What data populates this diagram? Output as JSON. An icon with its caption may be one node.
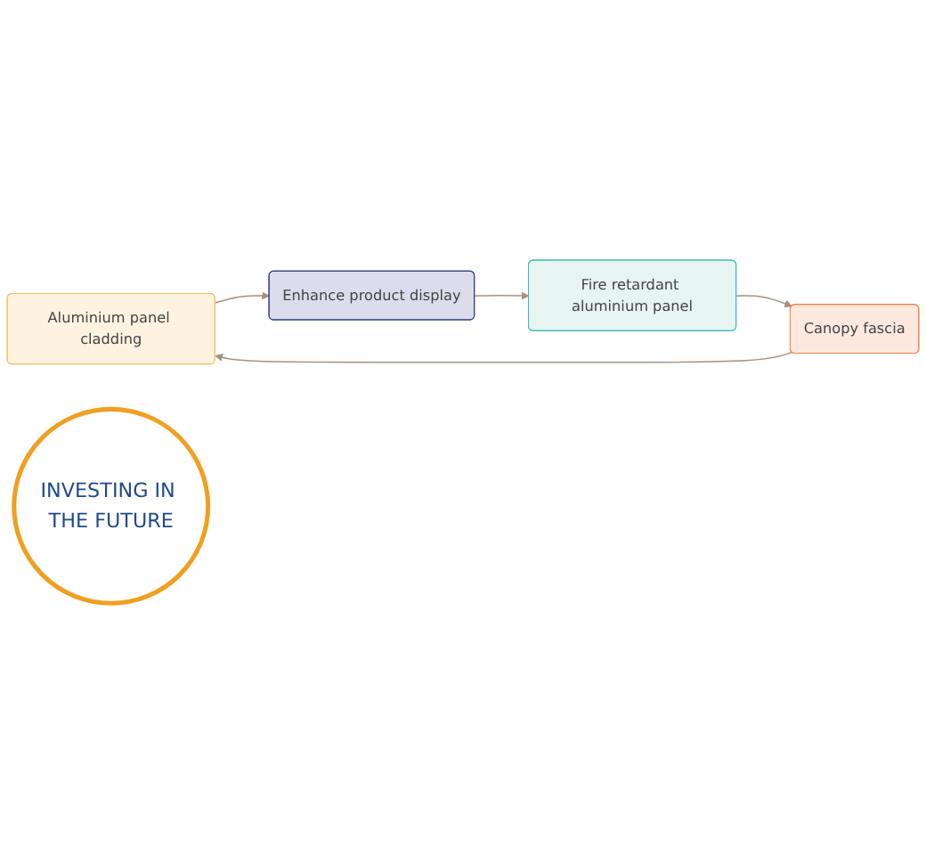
{
  "diagram": {
    "nodes": [
      {
        "text": [
          "Aluminium panel cladding"
        ]
      },
      {
        "text": [
          "Enhance product display"
        ]
      },
      {
        "text": [
          "Fire retardant aluminium panel"
        ]
      },
      {
        "text": [
          "Canopy fascia"
        ]
      },
      {
        "text": [
          "INVESTING IN THE FUTURE"
        ]
      }
    ],
    "edges": [
      {
        "from": 0,
        "to": 1,
        "arrow": "to"
      },
      {
        "from": 1,
        "to": 2,
        "arrow": "to"
      },
      {
        "from": 2,
        "to": 3,
        "arrow": "to"
      },
      {
        "from": 3,
        "to": 0,
        "arrow": "to"
      }
    ]
  }
}
